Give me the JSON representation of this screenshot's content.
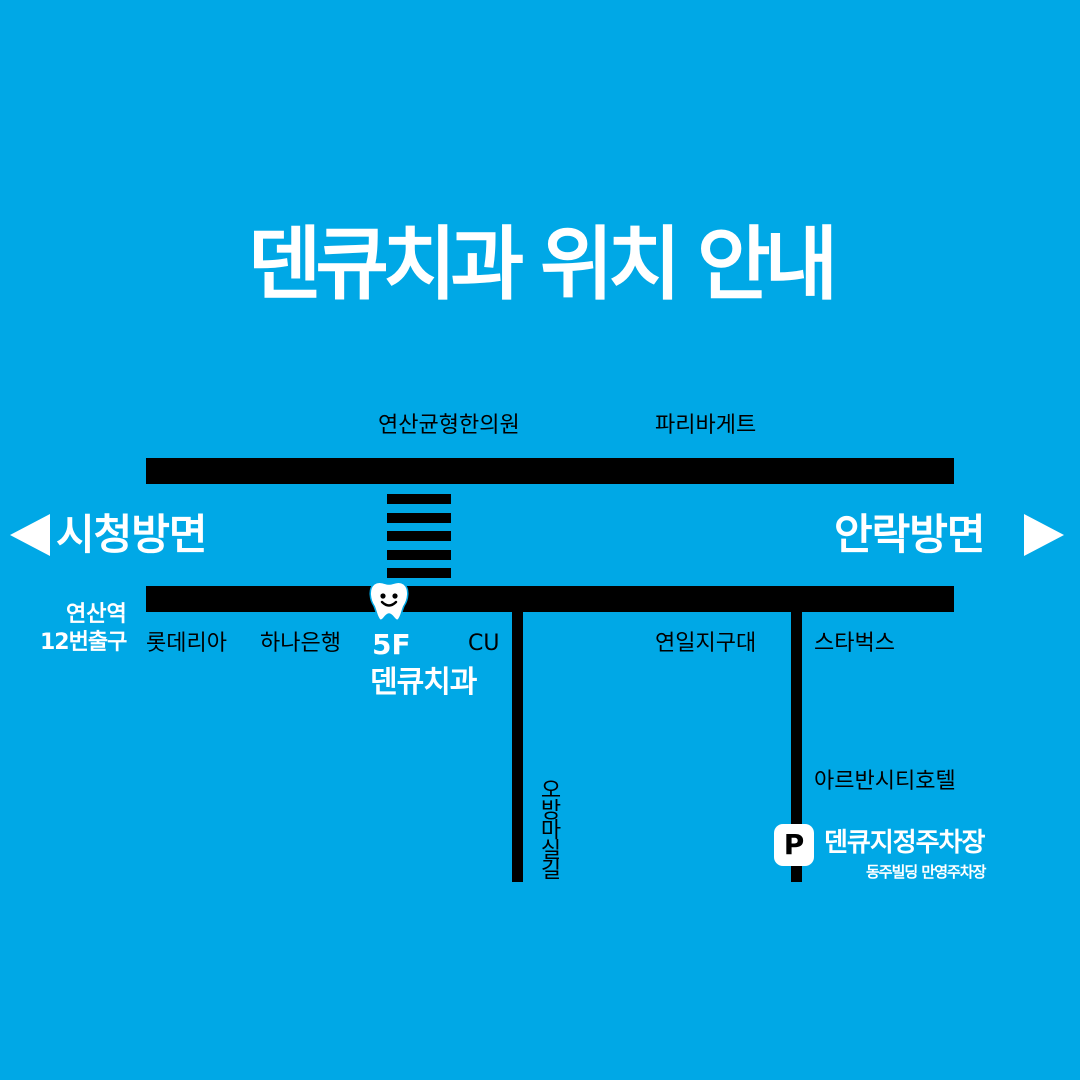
{
  "title": "덴큐치과 위치 안내",
  "directions": {
    "left": "시청방면",
    "right": "안락방면"
  },
  "landmarks": {
    "top": [
      "연산균형한의원",
      "파리바게트"
    ],
    "bottom": [
      "롯데리아",
      "하나은행",
      "CU",
      "연일지구대",
      "스타벅스"
    ],
    "station_line1": "연산역",
    "station_line2": "12번출구",
    "hotel": "아르반시티호텔",
    "alley": "오방마실길"
  },
  "clinic": {
    "floor": "5F",
    "name": "덴큐치과"
  },
  "parking": {
    "badge": "P",
    "name": "덴큐지정주차장",
    "sub": "동주빌딩 만영주차장"
  },
  "colors": {
    "background": "#00a8e6",
    "road": "#000000",
    "text_light": "#ffffff"
  }
}
